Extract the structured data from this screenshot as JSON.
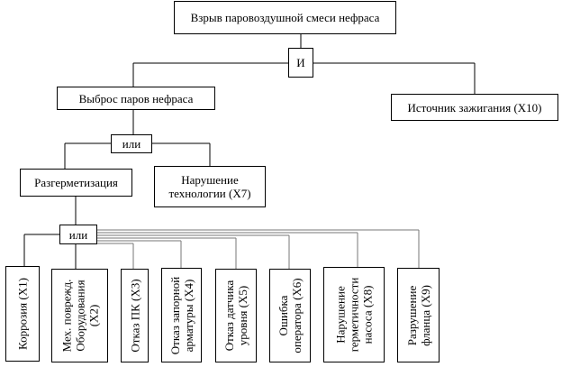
{
  "diagram": {
    "top_event": "Взрыв паровоздушной смеси нефраса",
    "gate_and": "И",
    "vapor_release": "Выброс паров нефраса",
    "ignition_source": "Источник зажигания (X10)",
    "gate_or_1": "или",
    "depressurization": "Разгерметизация",
    "tech_violation": "Нарушение\nтехнологии (X7)",
    "gate_or_2": "или",
    "causes": [
      "Коррозия (X1)",
      "Мех. поврежд.\nОборудования\n(X2)",
      "Отказ ПК (X3)",
      "Отказ запорной\nарматуры (X4)",
      "Отказ датчика\nуровня (X5)",
      "Ошибка\nоператора (X6)",
      "Нарушение\nгерметичности\nнасоса (X8)",
      "Разрушение\nфланца (X9)"
    ]
  }
}
